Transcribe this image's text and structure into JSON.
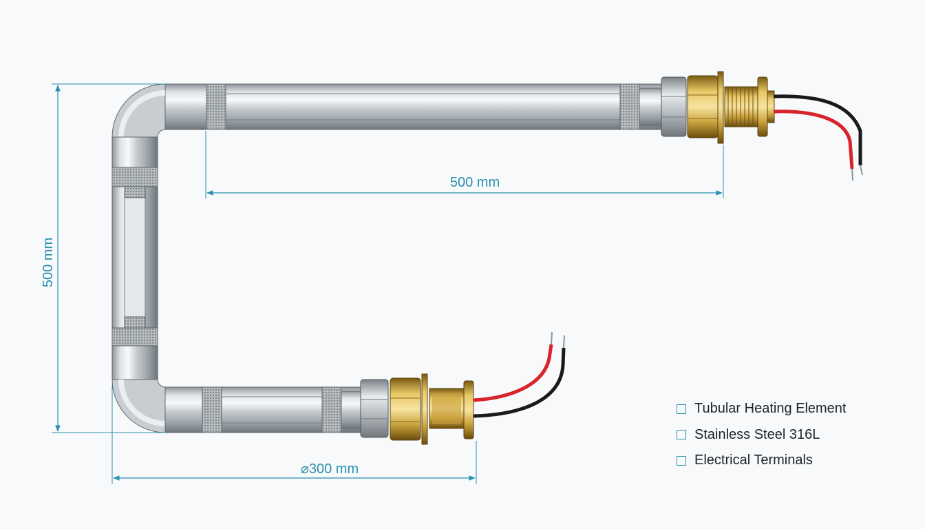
{
  "dimensions": {
    "top_length": "500 mm",
    "vertical_length": "500 mm",
    "bottom_length": "⌀300 mm"
  },
  "legend": [
    {
      "label": "Tubular Heating Element"
    },
    {
      "label": "Stainless Steel 316L"
    },
    {
      "label": "Electrical Terminals"
    }
  ],
  "colors": {
    "dimension_line": "#2a8fb0",
    "steel": "#c4c9cd",
    "brass": "#c9a23e",
    "wire_red": "#d8232a",
    "wire_black": "#1a1a1a"
  }
}
